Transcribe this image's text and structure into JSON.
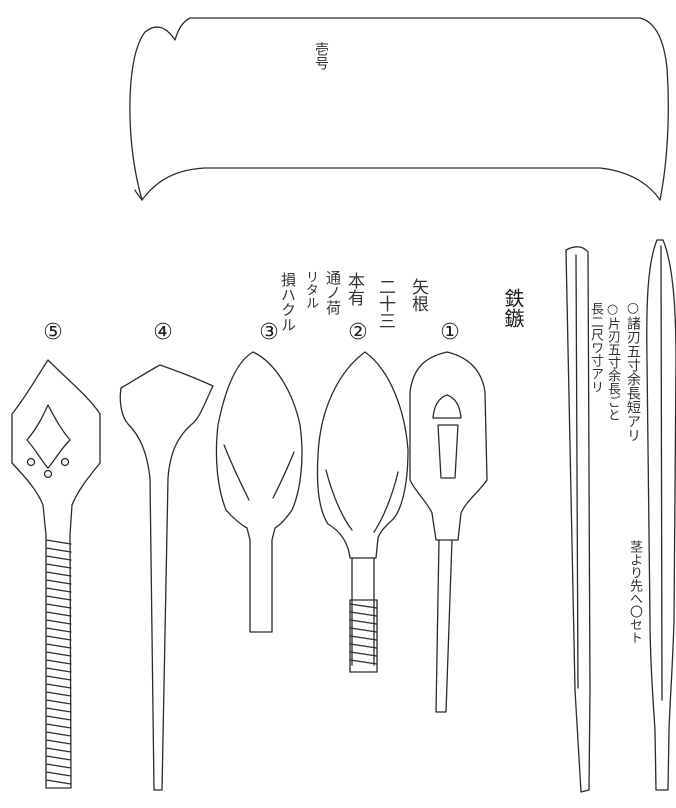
{
  "box_lid": {
    "inscription": "壱号"
  },
  "section_title": "鉄鏃",
  "inscriptions": {
    "col1": "矢根",
    "col2": "二十三",
    "col3": "本有",
    "col4": "通ノ荷",
    "col5": "リタル",
    "col6": "損ハクル"
  },
  "numbers": [
    "①",
    "②",
    "③",
    "④",
    "⑤"
  ],
  "spear_notes": {
    "col1": "○諸刃五寸余長短アリ",
    "col2": "○片刃五寸余長ごと",
    "col3": "長二尺ワ寸アリ",
    "col4": "茎より先へ〇セト"
  },
  "colors": {
    "ink": "#2b2b2b",
    "paper": "#ffffff"
  }
}
